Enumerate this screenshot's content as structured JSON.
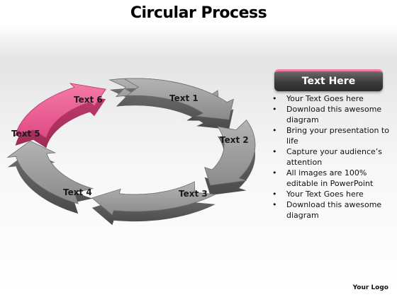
{
  "title": "Circular Process",
  "segments": [
    {
      "label": "Text 1"
    },
    {
      "label": "Text 2"
    },
    {
      "label": "Text 3"
    },
    {
      "label": "Text 4"
    },
    {
      "label": "Text 5"
    },
    {
      "label": "Text 6"
    }
  ],
  "highlight_segment": "Text 5",
  "colors": {
    "arrow_gray": "#8c8c8c",
    "arrow_highlight": "#ee5f95",
    "header_accent": "#f07aa4",
    "header_bg": "#3b3b3b"
  },
  "panel": {
    "header": "Text Here",
    "bullets": [
      "Your Text Goes here",
      "Download this awesome diagram",
      "Bring your presentation to life",
      "Capture your audience’s attention",
      "All images are 100% editable in PowerPoint",
      "Your Text Goes here",
      "Download this awesome diagram"
    ]
  },
  "footer": "Your Logo"
}
